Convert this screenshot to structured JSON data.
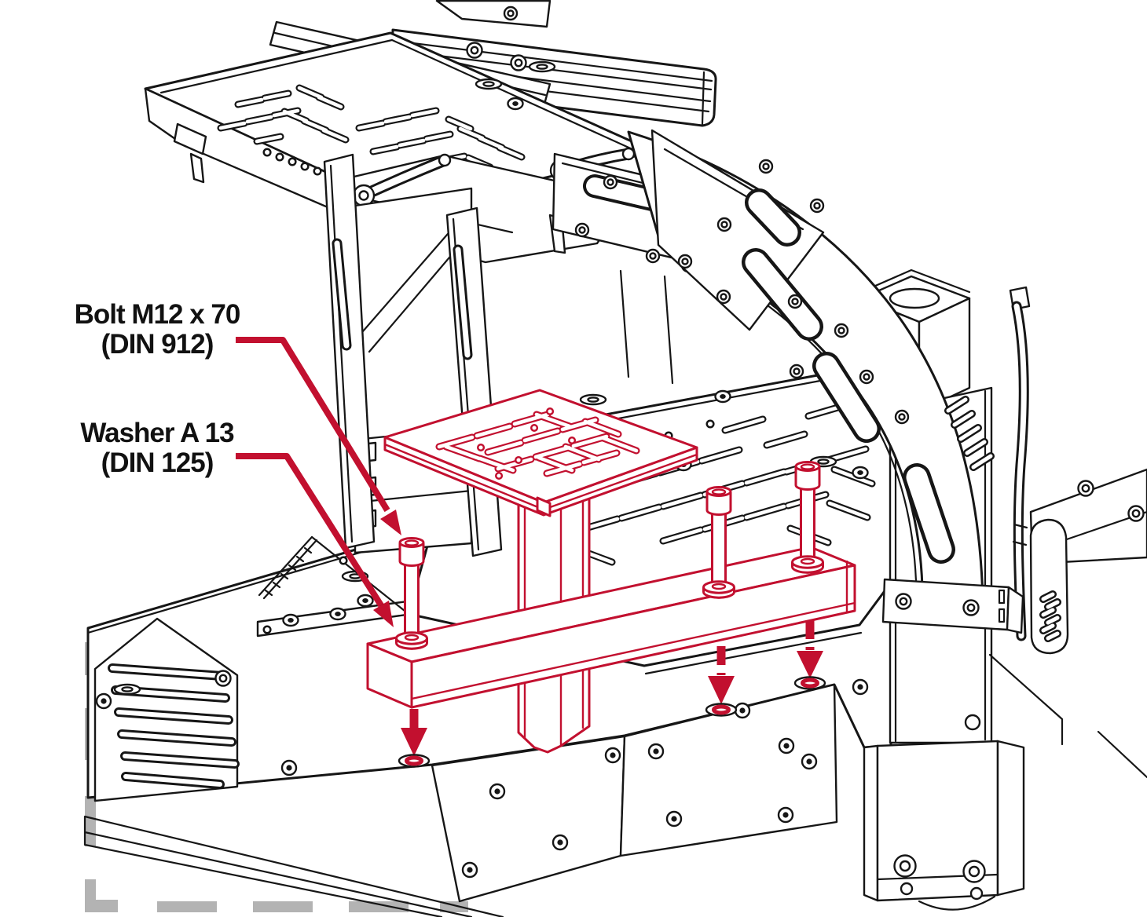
{
  "diagram": {
    "kind": "assembly-instruction-illustration",
    "background": "#ffffff",
    "colors": {
      "outline": "#161616",
      "highlight_red": "#c2102f",
      "continuation_gray": "#b3b3b3",
      "label_text": "#111111"
    },
    "callouts": [
      {
        "id": "bolt",
        "line1": "Bolt M12 x 70",
        "line2": "(DIN 912)"
      },
      {
        "id": "washer",
        "line1": "Washer A 13",
        "line2": "(DIN 125)"
      }
    ],
    "highlighted_parts": {
      "bolts_shown": 3,
      "insertion_arrows_shown": 3,
      "target_holes_shown": 3
    }
  }
}
